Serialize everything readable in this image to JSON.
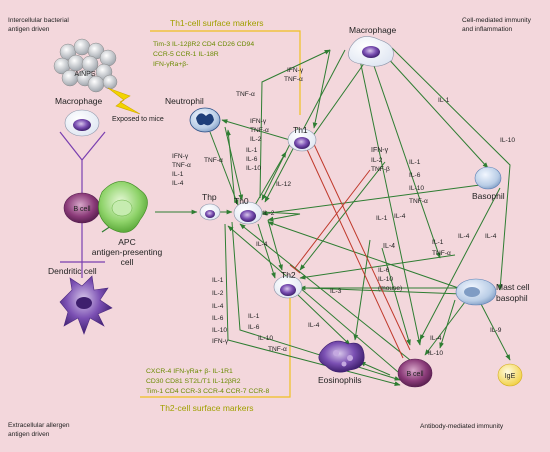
{
  "corners": {
    "top_left": [
      "Intercellular bacterial",
      "antigen driven"
    ],
    "top_right": [
      "Cell-mediated immunity",
      "and inflammation"
    ],
    "bottom_left": [
      "Extracellular allergen",
      "antigen driven"
    ],
    "bottom_right": "Antibody-mediated immunity"
  },
  "cells": {
    "ainps": "AINPS",
    "exposed": "Exposed to mice",
    "macrophage_left": "Macrophage",
    "bcell_left": "B cell",
    "dendritic": "Dendritic cell",
    "apc": [
      "APC",
      "antigen-presenting",
      "cell"
    ],
    "thp": "Thp",
    "th0": "Th0",
    "th1": "Th1",
    "th2": "Th2",
    "neutrophil": "Neutrophil",
    "macrophage_top": "Macrophage",
    "basophil": "Basophil",
    "mast": [
      "Mast cell",
      "basophil"
    ],
    "eosinophils": "Eosinophils",
    "bcell": "B cell",
    "ige": "IgE"
  },
  "th1_markers": {
    "title": "Th1-cell surface markers",
    "lines": [
      "Tim-3  IL-12βR2   CD4    CD26   CD94",
      "CCR-5    CCR-1    IL-18R",
      "IFN-γRa+β-"
    ]
  },
  "th2_markers": {
    "title": "Th2-cell surface markers",
    "lines": [
      "CXCR-4     IFN-γRa+ β-  IL-1R1",
      "CD30  CD81  ST2L/T1   IL-12βR2",
      "Tim-1  CD4  CCR-3  CCR-4  CCR-7  CCR-8"
    ]
  },
  "cytokines": {
    "c_macro_th1": [
      "IFN-γ",
      "TNF-α"
    ],
    "c_th1_neut": "TNF-α",
    "c_th1_mid": [
      "IFN-γ",
      "TNF-α",
      "IL-2"
    ],
    "c_th0_up": [
      "IL-1",
      "IL-6",
      "IL-10"
    ],
    "c_th0_neut_left": [
      "IFN-γ",
      "TNF-α",
      "IL-1",
      "IL-4"
    ],
    "c_neut_th0": "TNF-α",
    "c_il12": "IL-12",
    "c_il2": "IL-2",
    "c_ifn_center": [
      "IFN-γ",
      "IL-2",
      "TNF-β"
    ],
    "c_macro_col": [
      "IL-1",
      "IL-6",
      "IL-10",
      "TNF-α"
    ],
    "c_il1_baso": "IL-1",
    "c_il10_right": "IL-10",
    "c_il1_il4_baso": [
      "IL-1",
      "IL-4"
    ],
    "c_il4_th0": "IL-4",
    "c_il4_center": "IL-4",
    "c_il6_mouse": [
      "IL-6",
      "IL-10",
      "(mouse)"
    ],
    "c_il1_tnf_mast": [
      "IL-1",
      "TNF-α"
    ],
    "c_il4_mast": "IL-4",
    "c_il4_far": "IL-4",
    "c_il3": "IL-3",
    "c_left_col": [
      "IL-1",
      "IL-2",
      "IL-4",
      "IL-6",
      "IL-10",
      "IFN-γ"
    ],
    "c_mid_col": [
      "IL-1",
      "IL-6",
      "IL-10",
      "TNF-α"
    ],
    "c_il4_eos": "IL-4",
    "c_il4_b": "IL-4",
    "c_il10_b": "IL-10",
    "c_il9": "IL-9"
  },
  "colors": {
    "background": "#f3d7dc",
    "arrow": "#2e7d32",
    "inhibit": "#c0392b",
    "marker_box": "#f0c020",
    "cell_purple": "#5a2f8e"
  }
}
